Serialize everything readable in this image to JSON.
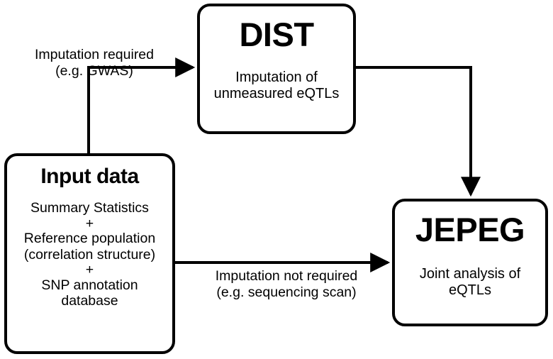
{
  "diagram": {
    "type": "flowchart",
    "background_color": "#ffffff",
    "stroke_color": "#000000",
    "nodes": [
      {
        "id": "input-data",
        "title": "Input data",
        "subtitle_lines": [
          "Summary Statistics",
          "+",
          "Reference population",
          "(correlation structure)",
          "+",
          "SNP annotation",
          "database"
        ]
      },
      {
        "id": "dist",
        "title": "DIST",
        "subtitle_lines": [
          "Imputation of",
          "unmeasured eQTLs"
        ]
      },
      {
        "id": "jepeg",
        "title": "JEPEG",
        "subtitle_lines": [
          "Joint analysis of",
          "eQTLs"
        ]
      }
    ],
    "edges": [
      {
        "id": "input-to-dist",
        "from": "input-data",
        "to": "dist",
        "label_lines": [
          "Imputation required",
          "(e.g. GWAS)"
        ]
      },
      {
        "id": "dist-to-jepeg",
        "from": "dist",
        "to": "jepeg",
        "label_lines": []
      },
      {
        "id": "input-to-jepeg",
        "from": "input-data",
        "to": "jepeg",
        "label_lines": [
          "Imputation not required",
          "(e.g. sequencing scan)"
        ]
      }
    ]
  },
  "nodes": {
    "input": {
      "title": "Input data",
      "line1": "Summary Statistics",
      "plus1": "+",
      "line2": "Reference population",
      "line3": "(correlation structure)",
      "plus2": "+",
      "line4": "SNP annotation",
      "line5": "database"
    },
    "dist": {
      "title": "DIST",
      "line1": "Imputation of",
      "line2": "unmeasured eQTLs"
    },
    "jepeg": {
      "title": "JEPEG",
      "line1": "Joint analysis of",
      "line2": "eQTLs"
    }
  },
  "labels": {
    "imputation_required": {
      "line1": "Imputation required",
      "line2": "(e.g. GWAS)"
    },
    "imputation_not_required": {
      "line1": "Imputation not required",
      "line2": "(e.g. sequencing scan)"
    }
  }
}
